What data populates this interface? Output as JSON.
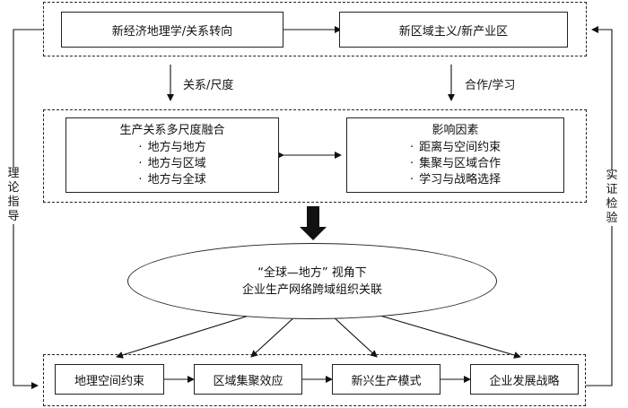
{
  "top": {
    "left_box": "新经济地理学/关系转向",
    "right_box": "新区域主义/新产业区"
  },
  "edges": {
    "left_down": "关系/尺度",
    "right_down": "合作/学习"
  },
  "middle": {
    "left": {
      "title": "生产关系多尺度融合",
      "items": [
        "地方与地方",
        "地方与区域",
        "地方与全球"
      ]
    },
    "right": {
      "title": "影响因素",
      "items": [
        "距离与空间约束",
        "集聚与区域合作",
        "学习与战略选择"
      ]
    }
  },
  "ellipse": {
    "line1": "“全球—地方” 视角下",
    "line2": "企业生产网络跨域组织关联"
  },
  "bottom": {
    "boxes": [
      "地理空间约束",
      "区域集聚效应",
      "新兴生产模式",
      "企业发展战略"
    ]
  },
  "side": {
    "left": [
      "理",
      "论",
      "指",
      "导"
    ],
    "right": [
      "实",
      "证",
      "检",
      "验"
    ]
  }
}
